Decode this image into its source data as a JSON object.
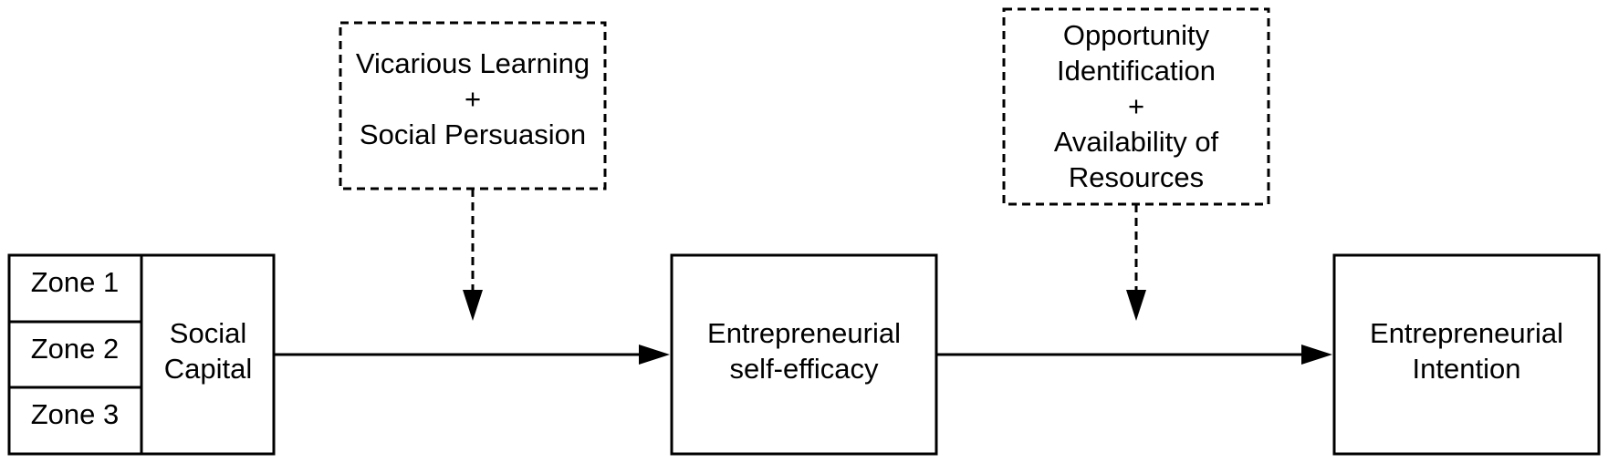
{
  "diagram": {
    "social_capital": {
      "zones": [
        "Zone 1",
        "Zone 2",
        "Zone 3"
      ],
      "label_lines": [
        "Social",
        "Capital"
      ]
    },
    "self_efficacy": {
      "label_lines": [
        "Entrepreneurial",
        "self-efficacy"
      ]
    },
    "intention": {
      "label_lines": [
        "Entrepreneurial",
        "Intention"
      ]
    },
    "moderator_1": {
      "label_lines": [
        "Vicarious Learning",
        "+",
        "Social Persuasion"
      ]
    },
    "moderator_2": {
      "label_lines": [
        "Opportunity",
        "Identification",
        "+",
        "Availability of",
        "Resources"
      ]
    }
  }
}
